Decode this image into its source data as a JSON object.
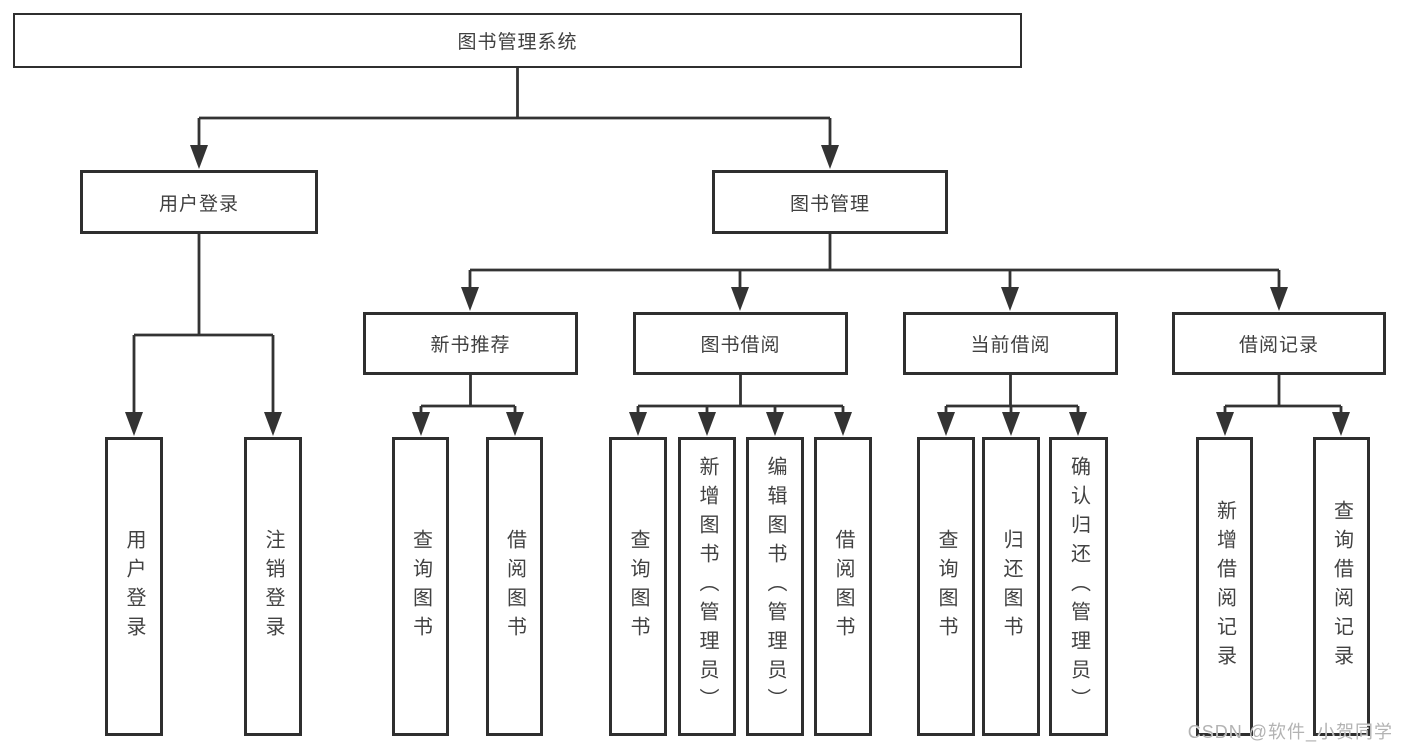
{
  "diagram": {
    "type": "tree",
    "title": "图书管理系统",
    "nodes": {
      "root": "图书管理系统",
      "user_login": "用户登录",
      "book_mgmt": "图书管理",
      "new_book_rec": "新书推荐",
      "book_borrow": "图书借阅",
      "current_borrow": "当前借阅",
      "borrow_records": "借阅记录",
      "ul_user_login": "用户登录",
      "ul_logout": "注销登录",
      "nb_query_book": "查询图书",
      "nb_borrow_book": "借阅图书",
      "bb_query_book": "查询图书",
      "bb_add_book": "新增图书（管理员）",
      "bb_edit_book": "编辑图书（管理员）",
      "bb_borrow_book": "借阅图书",
      "cb_query_book": "查询图书",
      "cb_return_book": "归还图书",
      "cb_confirm_return": "确认归还（管理员）",
      "br_add_record": "新增借阅记录",
      "br_query_record": "查询借阅记录"
    },
    "hierarchy": {
      "图书管理系统": {
        "用户登录": [
          "用户登录",
          "注销登录"
        ],
        "图书管理": {
          "新书推荐": [
            "查询图书",
            "借阅图书"
          ],
          "图书借阅": [
            "查询图书",
            "新增图书（管理员）",
            "编辑图书（管理员）",
            "借阅图书"
          ],
          "当前借阅": [
            "查询图书",
            "归还图书",
            "确认归还（管理员）"
          ],
          "借阅记录": [
            "新增借阅记录",
            "查询借阅记录"
          ]
        }
      }
    }
  },
  "watermark": {
    "text": "CSDN @软件_小贺同学"
  },
  "colors": {
    "background": "#ffffff",
    "line": "#333333",
    "box_border": "#2f2f2f",
    "text": "#404040",
    "watermark": "#b3b3b3"
  }
}
